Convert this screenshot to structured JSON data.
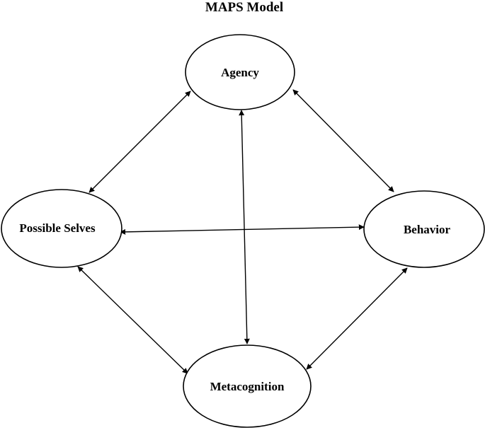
{
  "title": "MAPS Model",
  "nodes": {
    "agency": "Agency",
    "possible_selves": "Possible Selves",
    "behavior": "Behavior",
    "metacognition": "Metacognition"
  },
  "edges": [
    {
      "from": "agency",
      "to": "possible_selves",
      "direction": "both"
    },
    {
      "from": "agency",
      "to": "behavior",
      "direction": "both"
    },
    {
      "from": "agency",
      "to": "metacognition",
      "direction": "both"
    },
    {
      "from": "possible_selves",
      "to": "behavior",
      "direction": "both"
    },
    {
      "from": "possible_selves",
      "to": "metacognition",
      "direction": "both"
    },
    {
      "from": "behavior",
      "to": "metacognition",
      "direction": "both"
    }
  ]
}
